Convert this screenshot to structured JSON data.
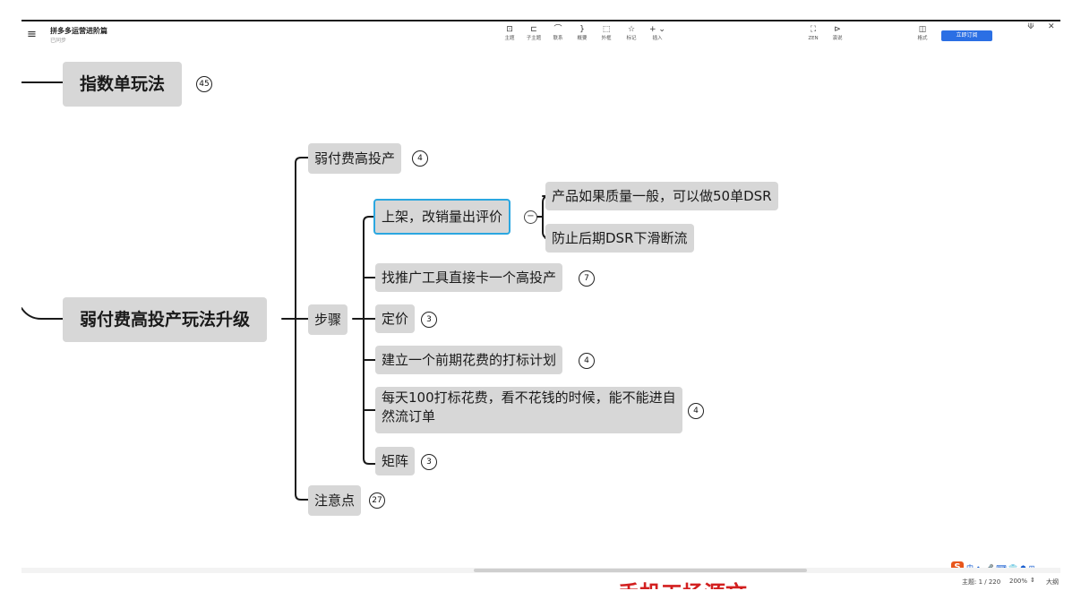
{
  "app": {
    "title": "拼多多运营进阶篇",
    "subtitle": "已同步"
  },
  "toolbar": {
    "items": [
      {
        "icon": "topic-icon",
        "glyph": "⊡",
        "label": "主题"
      },
      {
        "icon": "subtopic-icon",
        "glyph": "⊏",
        "label": "子主题"
      },
      {
        "icon": "relation-icon",
        "glyph": "⌒",
        "label": "联系"
      },
      {
        "icon": "summary-icon",
        "glyph": "}",
        "label": "概要"
      },
      {
        "icon": "boundary-icon",
        "glyph": "⬚",
        "label": "外框"
      },
      {
        "icon": "sticker-icon",
        "glyph": "☆",
        "label": "标记"
      },
      {
        "icon": "insert-icon",
        "glyph": "+ ⌄",
        "label": "插入"
      }
    ],
    "zen": {
      "icon": "zen-icon",
      "glyph": "⛶",
      "label": "ZEN"
    },
    "present": {
      "icon": "present-icon",
      "glyph": "⊳",
      "label": "演说"
    },
    "format": {
      "icon": "format-icon",
      "glyph": "◫",
      "label": "格式"
    },
    "cta_label": "立即订阅"
  },
  "mindmap": {
    "node_index_play": {
      "label": "指数单玩法",
      "count": "45"
    },
    "node_upgrade": {
      "label": "弱付费高投产玩法升级"
    },
    "node_high_roi": {
      "label": "弱付费高投产",
      "count": "4"
    },
    "node_steps": {
      "label": "步骤"
    },
    "node_notes": {
      "label": "注意点",
      "count": "27"
    },
    "step_listing": {
      "label": "上架，改销量出评价",
      "collapse": "−"
    },
    "sub_dsr50": {
      "label": "产品如果质量一般，可以做50单DSR"
    },
    "sub_dsr_drop": {
      "label": "防止后期DSR下滑断流"
    },
    "step_tool": {
      "label": "找推广工具直接卡一个高投产",
      "count": "7"
    },
    "step_pricing": {
      "label": "定价",
      "count": "3"
    },
    "step_plan": {
      "label": "建立一个前期花费的打标计划",
      "count": "4"
    },
    "step_daily": {
      "label": "每天100打标花费，看不花钱的时候，能不能进自然流订单",
      "count": "4"
    },
    "step_matrix": {
      "label": "矩阵",
      "count": "3"
    }
  },
  "ime": {
    "logo": "S",
    "lang": "中",
    "items": "•, 🎤 ⌨ 👕 ☗ ⊞"
  },
  "status": {
    "topic_count": "主题: 1 / 220",
    "zoom": "200%",
    "arrows": "⇕",
    "size": "大纲"
  },
  "overlay_text": "手机工场源文"
}
